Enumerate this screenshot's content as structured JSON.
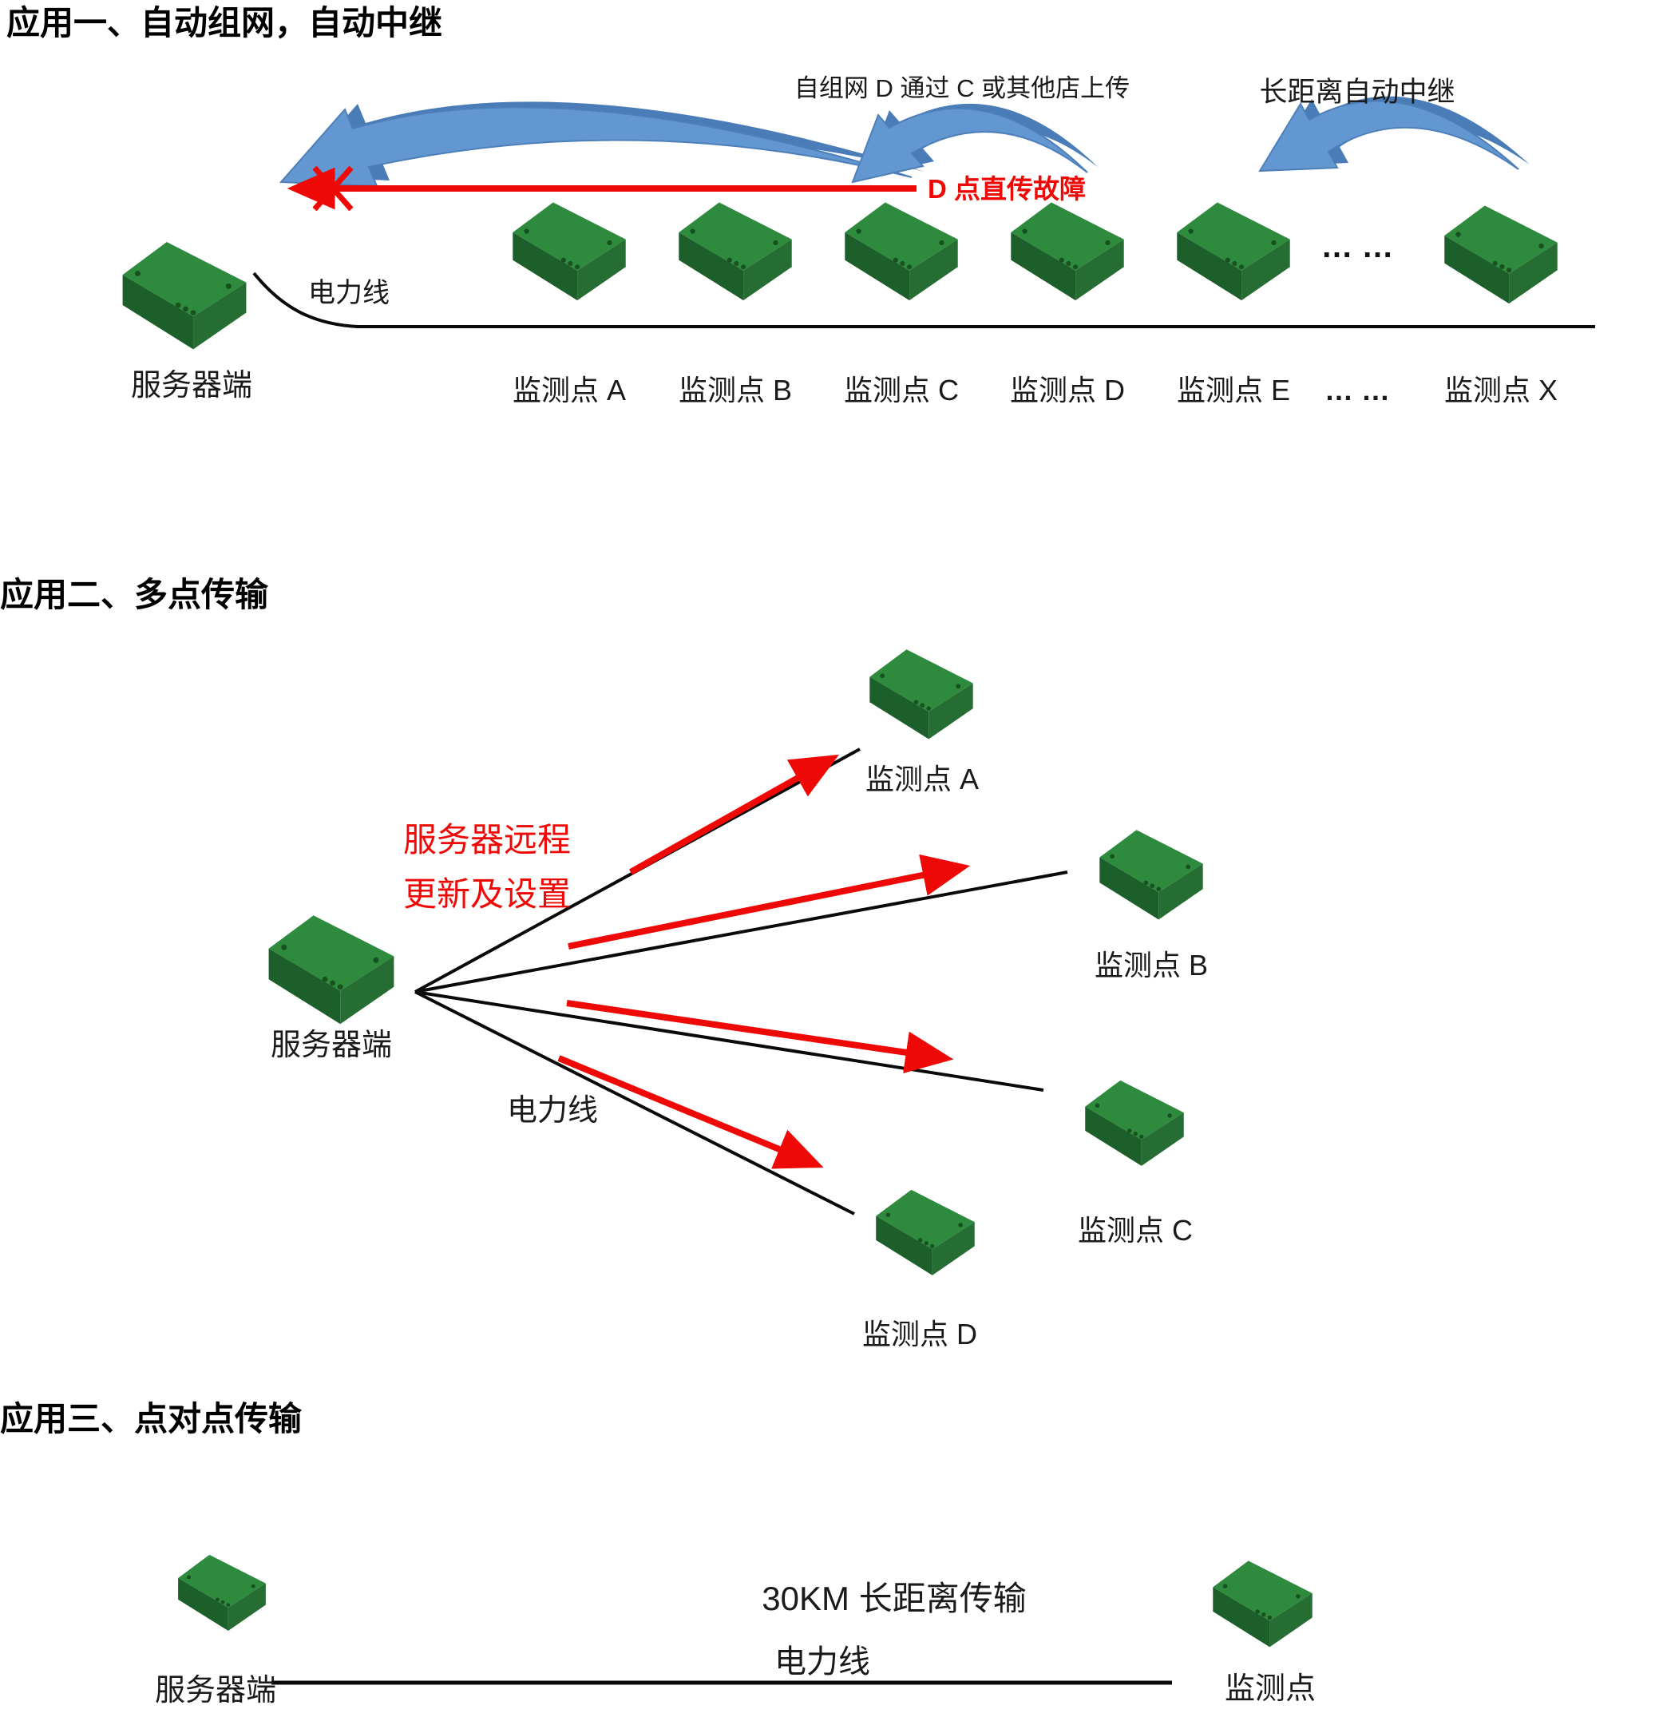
{
  "colors": {
    "arc_front": "#6397d1",
    "arc_back": "#4a7cb8",
    "red": "#ee0806",
    "line_black": "#0a0a0a",
    "device_top": "#2e8b3e",
    "device_left": "#1d5f2a",
    "device_right": "#256d33"
  },
  "section1": {
    "title": "应用一、自动组网，自动中继",
    "mesh_caption": "自组网 D 通过 C 或其他店上传",
    "relay_caption": "长距离自动中继",
    "fault_label": "D 点直传故障",
    "server_label": "服务器端",
    "powerline_label": "电力线",
    "ellipsis": "… …",
    "node_labels": [
      "监测点 A",
      "监测点 B",
      "监测点 C",
      "监测点 D",
      "监测点 E",
      "… …",
      "监测点 X"
    ]
  },
  "section2": {
    "title": "应用二、多点传输",
    "remote_note_line1": "服务器远程",
    "remote_note_line2": "更新及设置",
    "server_label": "服务器端",
    "powerline_label": "电力线",
    "node_a_label": "监测点 A",
    "node_b_label": "监测点 B",
    "node_c_label": "监测点 C",
    "node_d_label": "监测点 D"
  },
  "section3": {
    "title": "应用三、点对点传输",
    "distance_label": "30KM 长距离传输",
    "powerline_label": "电力线",
    "server_label": "服务器端",
    "node_label": "监测点"
  }
}
